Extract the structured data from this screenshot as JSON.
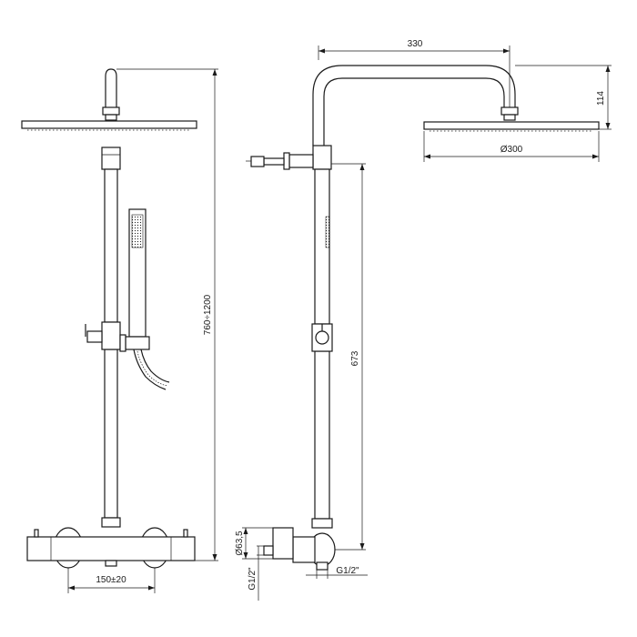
{
  "dimensions": {
    "total_height": "760÷1200",
    "mixer_centers": "150±20",
    "arm_length": "330",
    "head_drop": "114",
    "head_diameter": "Ø300",
    "bar_height": "673",
    "connector_diameter": "Ø63,5",
    "inlet_thread_left": "G1/2\"",
    "inlet_thread_bottom": "G1/2\""
  }
}
